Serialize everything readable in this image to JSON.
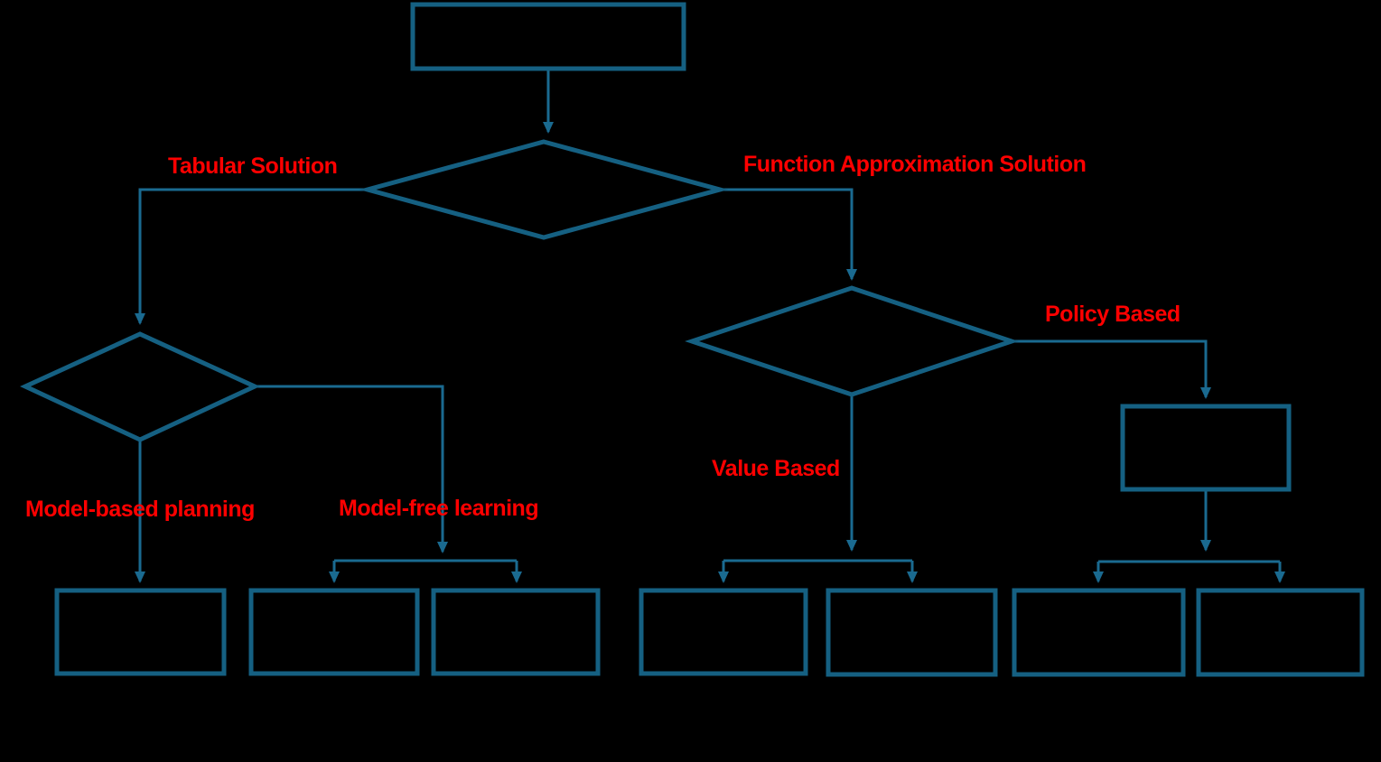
{
  "diagram": {
    "type": "flowchart",
    "background": "#000000",
    "colors": {
      "shape_stroke": "#156082",
      "connector_stroke": "#1A6A90",
      "label_text": "#FF0000"
    },
    "edge_labels": {
      "tabular": "Tabular Solution",
      "function_approximation": "Function Approximation Solution",
      "model_based": "Model-based planning",
      "model_free": "Model-free learning",
      "value_based": "Value Based",
      "policy_based": "Policy Based"
    },
    "nodes": [
      {
        "id": "root-box",
        "shape": "rectangle",
        "label": ""
      },
      {
        "id": "main-decision",
        "shape": "diamond",
        "label": ""
      },
      {
        "id": "tabular-decision",
        "shape": "diamond",
        "label": ""
      },
      {
        "id": "approximation-decision",
        "shape": "diamond",
        "label": ""
      },
      {
        "id": "policy-box",
        "shape": "rectangle",
        "label": ""
      },
      {
        "id": "leaf-box-1",
        "shape": "rectangle",
        "label": ""
      },
      {
        "id": "leaf-box-2",
        "shape": "rectangle",
        "label": ""
      },
      {
        "id": "leaf-box-3",
        "shape": "rectangle",
        "label": ""
      },
      {
        "id": "leaf-box-4",
        "shape": "rectangle",
        "label": ""
      },
      {
        "id": "leaf-box-5",
        "shape": "rectangle",
        "label": ""
      },
      {
        "id": "leaf-box-6",
        "shape": "rectangle",
        "label": ""
      },
      {
        "id": "leaf-box-7",
        "shape": "rectangle",
        "label": ""
      }
    ]
  }
}
